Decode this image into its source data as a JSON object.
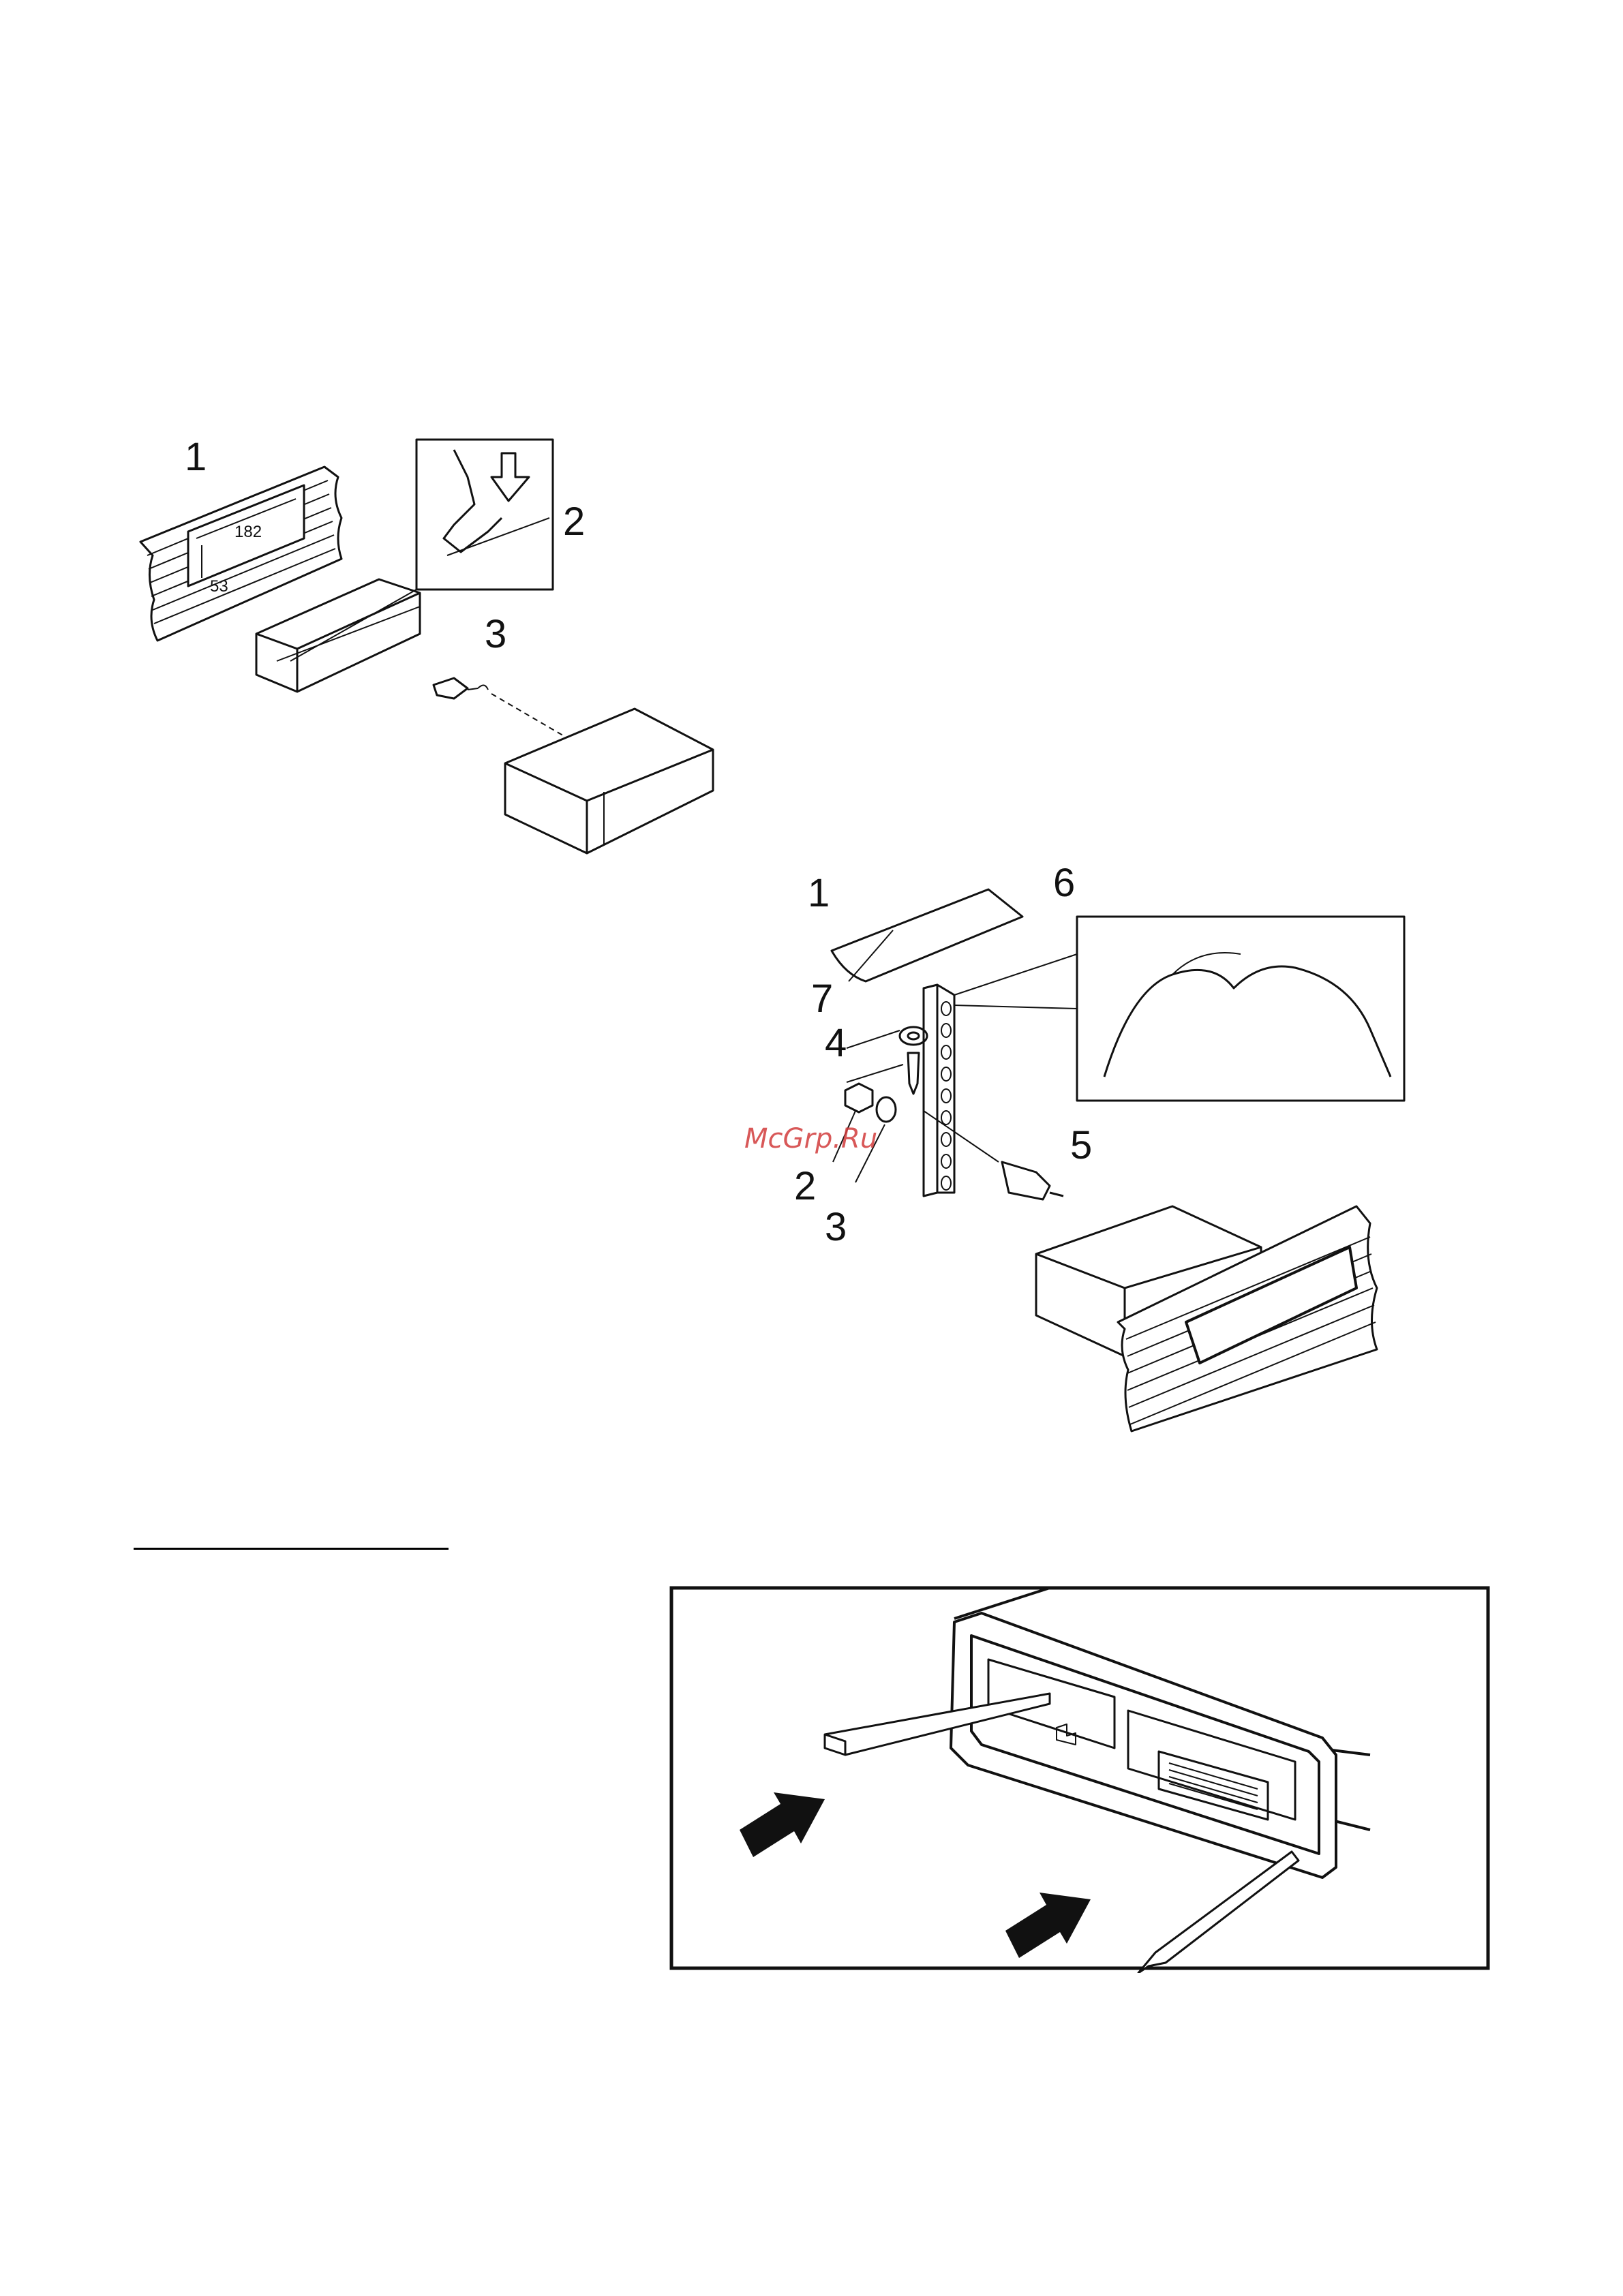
{
  "page": {
    "background": "#ffffff",
    "line_color": "#111111"
  },
  "figure_din_mount": {
    "callout_1": "1",
    "callout_2": "2",
    "callout_3": "3",
    "dim_width": "182",
    "dim_height": "53"
  },
  "figure_bracket_mount": {
    "callout_1": "1",
    "callout_2": "2",
    "callout_3": "3",
    "callout_4": "4",
    "callout_5": "5",
    "callout_6": "6",
    "callout_7": "7"
  },
  "watermark": {
    "text": "McGrp.Ru",
    "color": "#d23c3c"
  },
  "figure_removal": {
    "arrow_icon": "left-down-arrow-icon"
  }
}
